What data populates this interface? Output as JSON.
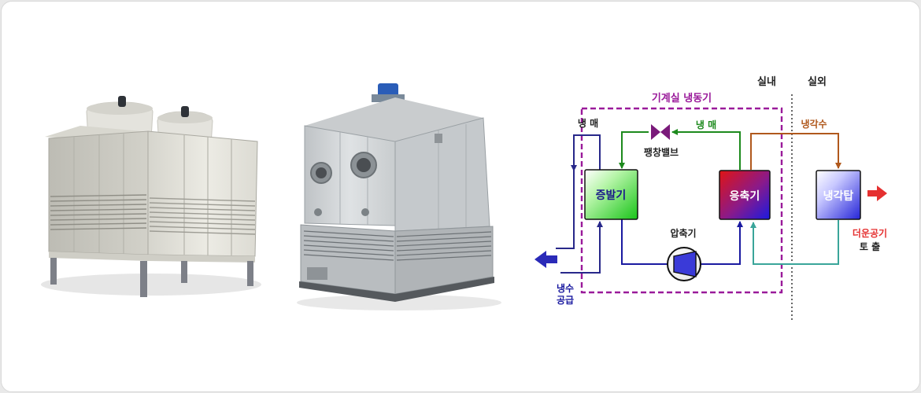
{
  "photos": [
    {
      "name": "fiberglass-cooling-tower-photo"
    },
    {
      "name": "closed-circuit-cooling-tower-photo"
    }
  ],
  "diagram": {
    "indoor_label": "실내",
    "outdoor_label": "실외",
    "chiller_room_label": "기계실 냉동기",
    "refrigerant_left_label": "냉 매",
    "refrigerant_top_label": "냉 매",
    "expansion_valve_label": "팽창밸브",
    "coolant_label": "냉각수",
    "evaporator_label": "증발기",
    "condenser_label": "응축기",
    "cooling_tower_label": "냉각탑",
    "compressor_label": "압축기",
    "hot_air_line1": "더운공기",
    "hot_air_line2": "토 출",
    "cold_water_line1": "냉수",
    "cold_water_line2": "공급",
    "colors": {
      "refrigerant_blue": "#1a1aa0",
      "refrigerant_green": "#1d8a1d",
      "coolant_brown": "#b0581c",
      "return_teal": "#3aa59a",
      "cold_water_navy": "#28288a",
      "chiller_border": "#9a1a9a",
      "hot_air_red": "#e53030"
    }
  }
}
